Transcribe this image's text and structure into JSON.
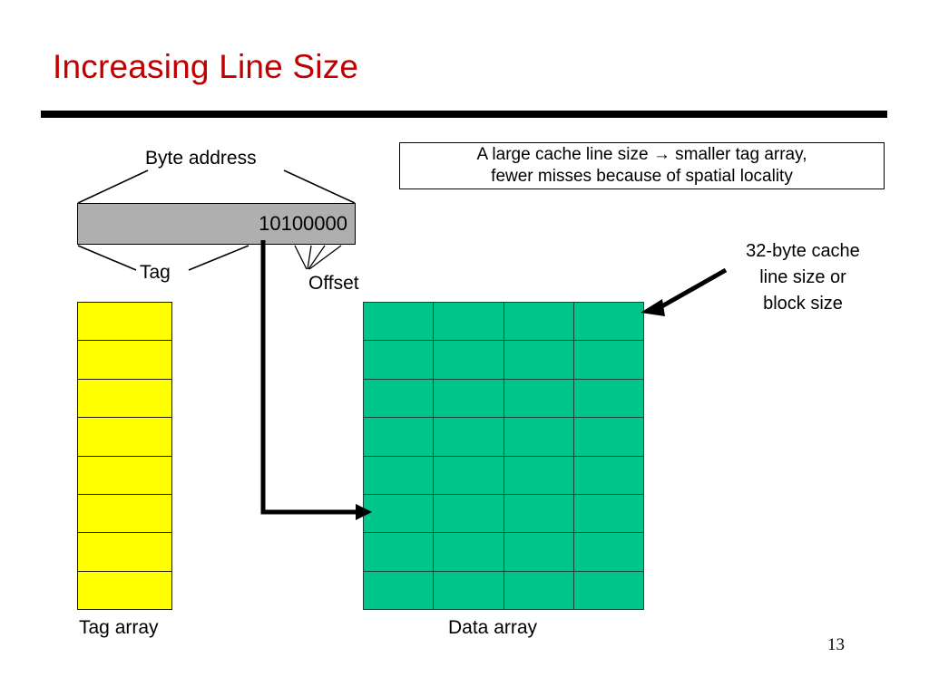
{
  "slide": {
    "title": "Increasing Line Size",
    "page_number": "13",
    "title_color": "#C00000",
    "rule_color": "#000000"
  },
  "address": {
    "top_label": "Byte address",
    "bits": "10100000",
    "tag_label": "Tag",
    "offset_label": "Offset",
    "bar_color": "#AFAFAF"
  },
  "callout": {
    "line1": "A large cache line size → smaller tag array,",
    "line2": "fewer misses because of spatial locality"
  },
  "block_note": {
    "line1": "32-byte cache",
    "line2": "line size or",
    "line3": "block size"
  },
  "tag_array": {
    "caption": "Tag array",
    "rows": 8,
    "color": "#FFFF00"
  },
  "data_array": {
    "caption": "Data array",
    "rows": 8,
    "cols": 4,
    "color": "#00C68C"
  }
}
